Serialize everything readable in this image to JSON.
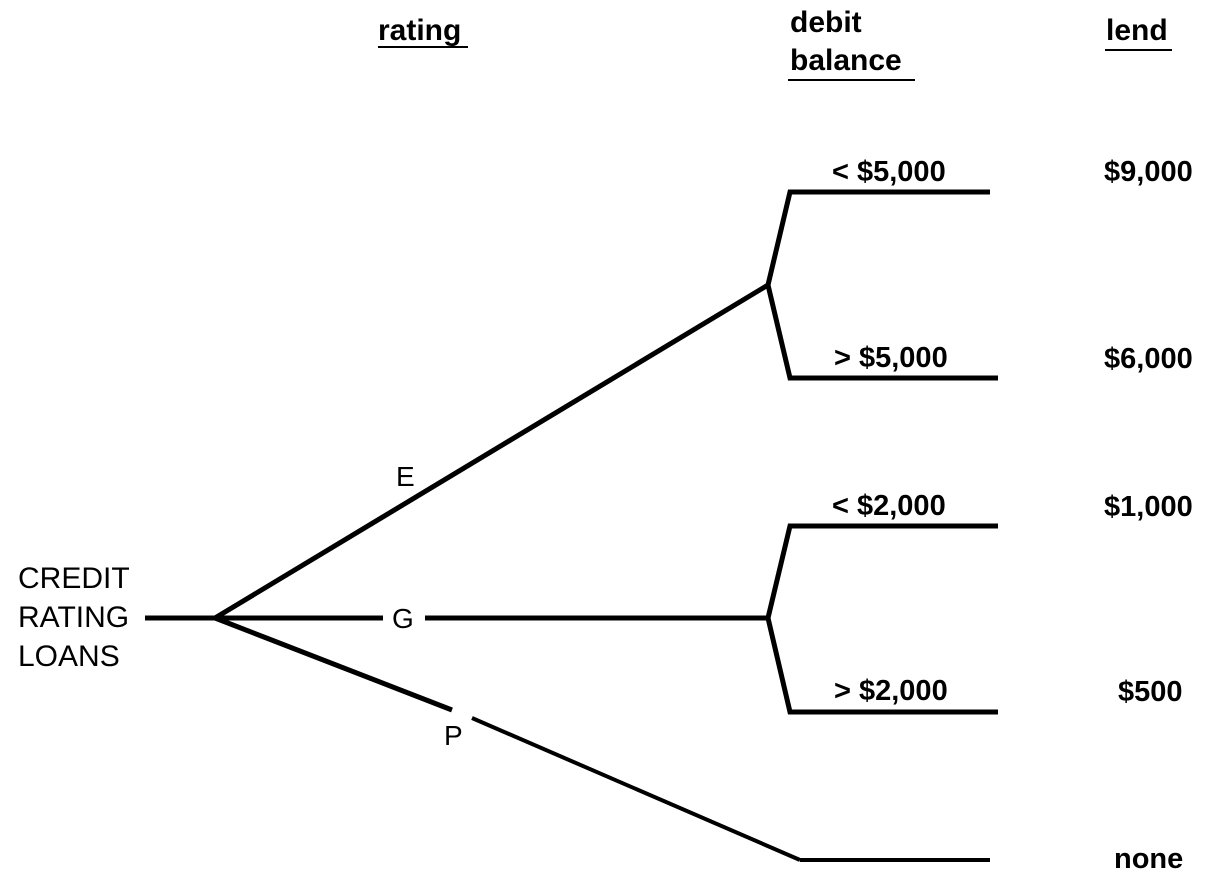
{
  "headers": {
    "rating": "rating",
    "debit_line1": "debit",
    "debit_line2": "balance",
    "lend": "lend"
  },
  "root": {
    "line1": "CREDIT",
    "line2": "RATING",
    "line3": "LOANS"
  },
  "ratings": {
    "e": "E",
    "g": "G",
    "p": "P"
  },
  "balances": {
    "e_low": "< $5,000",
    "e_high": "> $5,000",
    "g_low": "< $2,000",
    "g_high": "> $2,000"
  },
  "lend": {
    "e_low": "$9,000",
    "e_high": "$6,000",
    "g_low": "$1,000",
    "g_high": "$500",
    "p": "none"
  }
}
